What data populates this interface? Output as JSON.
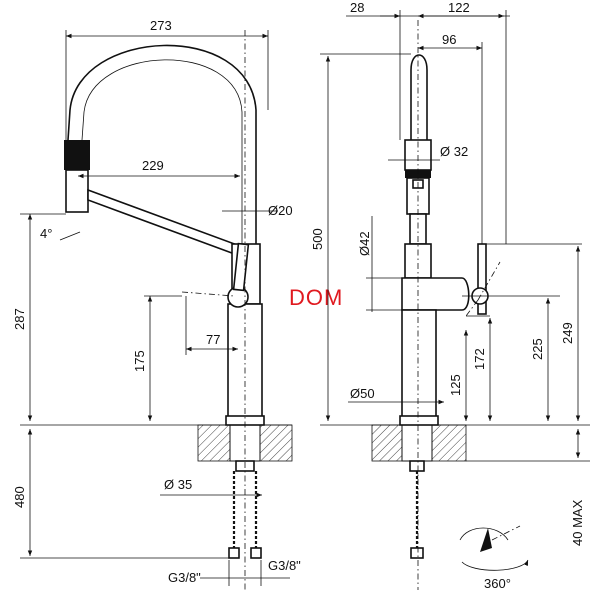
{
  "brand": "DOM",
  "front_view": {
    "dims": {
      "width_total": "273",
      "spout_reach": "229",
      "hose_diameter": "Ø20",
      "tilt_angle": "4°",
      "height_lever": "287",
      "height_spout_base": "175",
      "lever_offset": "77",
      "below_counter": "480",
      "shank_diameter": "Ø 35",
      "connector_left": "G3/8\"",
      "connector_right": "G3/8\""
    }
  },
  "side_view": {
    "dims": {
      "depth_small": "28",
      "depth_total": "122",
      "depth_head": "96",
      "head_diameter": "Ø 32",
      "body_diameter": "Ø42",
      "height_total": "500",
      "base_diameter": "Ø50",
      "height_125": "125",
      "height_172": "172",
      "height_225": "225",
      "height_249": "249",
      "counter_max": "40 MAX",
      "rotation": "360°"
    }
  }
}
